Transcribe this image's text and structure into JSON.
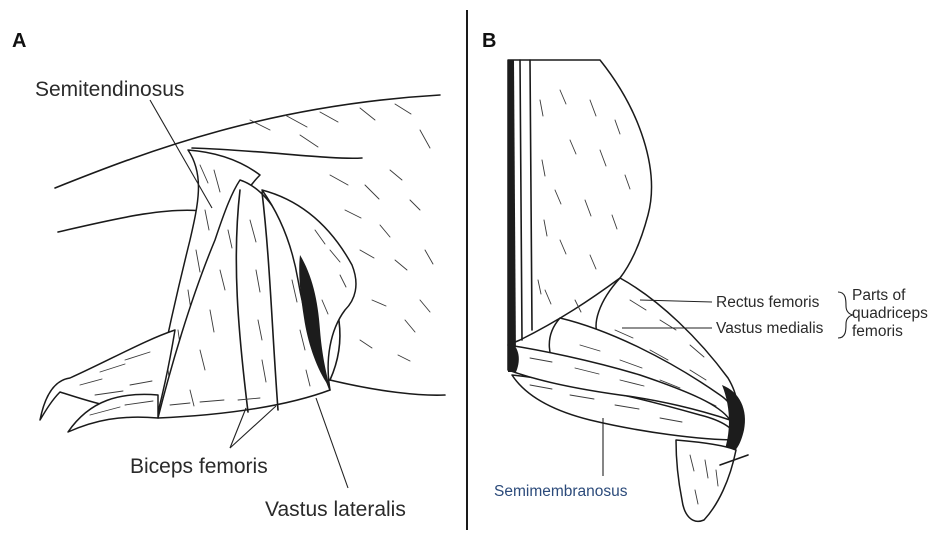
{
  "panels": [
    {
      "letter": "A",
      "labels": {
        "semitendinosus": "Semitendinosus",
        "biceps": "Biceps femoris",
        "vastus_lateralis": "Vastus lateralis"
      }
    },
    {
      "letter": "B",
      "labels": {
        "rectus": "Rectus femoris",
        "vastus_medialis": "Vastus medialis",
        "group_line1": "Parts of",
        "group_line2": "quadriceps",
        "group_line3": "femoris",
        "semimembranosus": "Semimembranosus"
      }
    }
  ],
  "colors": {
    "line": "#1a1a1a",
    "label": "#2a2a2a",
    "semimembranosus_label": "#2b4a7a",
    "background": "#ffffff"
  }
}
